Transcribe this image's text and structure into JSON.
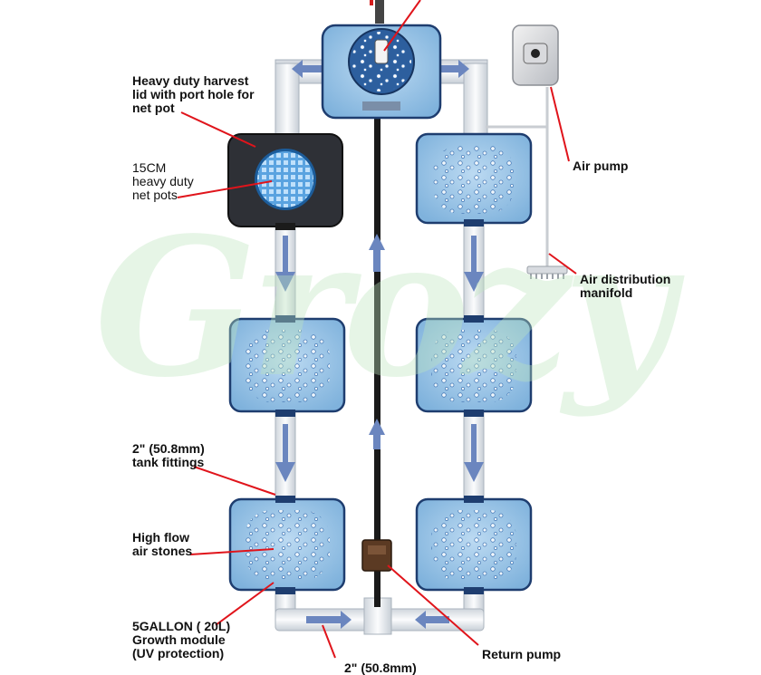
{
  "watermark": "Grozy",
  "colors": {
    "tank_fill": "#8fbfe3",
    "tank_stroke": "#1e3d6f",
    "pipe": "#e6e9ee",
    "pointer_line": "#e0141b",
    "dark_lid": "#2e3036",
    "return_line": "#1a1a1a"
  },
  "labels": {
    "harvest_lid": "Heavy duty harvest\nlid with port hole for\nnet pot",
    "net_pots": "15CM\nheavy duty\nnet pots",
    "air_pump": "Air pump",
    "air_manifold": "Air distribution\nmanifold",
    "tank_fittings": "2\" (50.8mm)\ntank fittings",
    "air_stones": "High flow\nair stones",
    "growth_module": "5GALLON ( 20L)\nGrowth module\n(UV protection)",
    "return_pump": "Return pump",
    "bottom_pipe": "2\" (50.8mm)"
  }
}
